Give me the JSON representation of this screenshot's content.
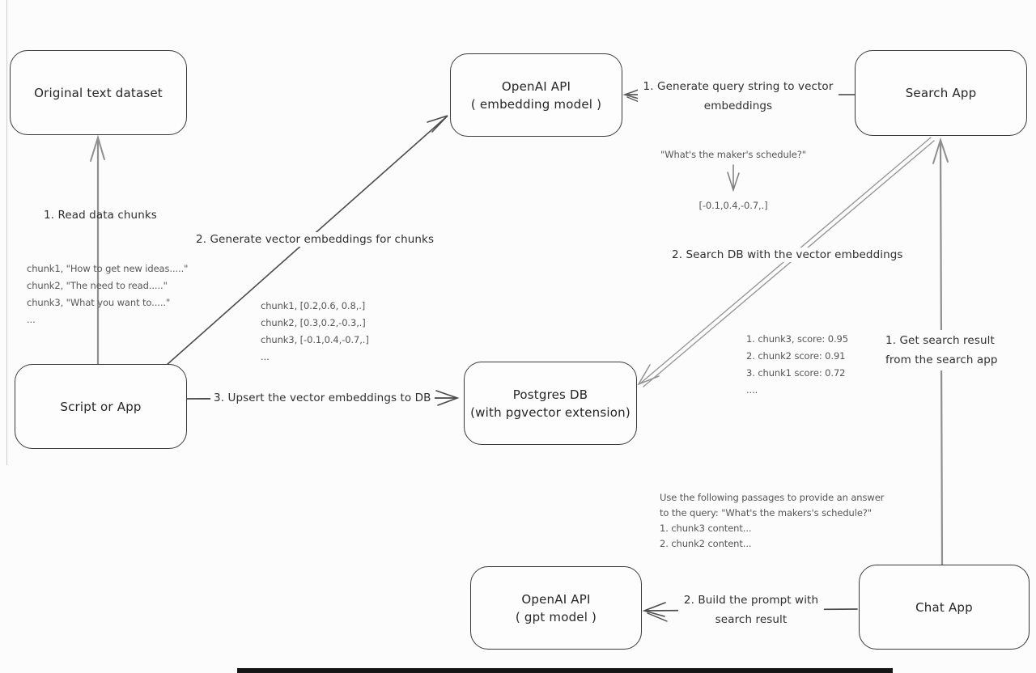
{
  "diagram": {
    "title": "RAG vector-embedding architecture diagram",
    "colors": {
      "background": "#fcfcfc",
      "ink": "#3a3a3a",
      "gray_arrow": "#8f8f8f",
      "note_text": "#565656"
    },
    "nodes": {
      "original_dataset": {
        "label": "Original text dataset"
      },
      "openai_embedding": {
        "line1": "OpenAI API",
        "line2": "( embedding model )"
      },
      "search_app": {
        "label": "Search App"
      },
      "script_or_app": {
        "label": "Script or App"
      },
      "postgres_db": {
        "line1": "Postgres DB",
        "line2": "(with pgvector extension)"
      },
      "openai_gpt": {
        "line1": "OpenAI API",
        "line2": "( gpt model )"
      },
      "chat_app": {
        "label": "Chat App"
      }
    },
    "edges": {
      "read_chunks": {
        "label": "1. Read data chunks"
      },
      "gen_embeddings": {
        "label": "2. Generate vector embeddings for chunks"
      },
      "upsert": {
        "label": "3. Upsert the vector embeddings  to DB"
      },
      "query_to_vec": {
        "line1": "1. Generate query string to vector",
        "line2": "embeddings"
      },
      "search_db": {
        "label": "2. Search DB with the vector embeddings"
      },
      "get_result": {
        "line1": "1. Get search result",
        "line2": "from the search app"
      },
      "build_prompt": {
        "line1": "2. Build the prompt with",
        "line2": "search result"
      }
    },
    "annotations": {
      "chunk_samples": [
        "chunk1, \"How to get new ideas.....\"",
        "chunk2, \"The need to read.....\"",
        "chunk3, \"What you want to.....\"",
        "..."
      ],
      "chunk_vectors": [
        "chunk1, [0.2,0.6, 0.8,.]",
        "chunk2, [0.3,0.2,-0.3,.]",
        "chunk3, [-0.1,0.4,-0.7,.]",
        "..."
      ],
      "query_string": "\"What's the maker's schedule?\"",
      "query_vector": "[-0.1,0.4,-0.7,.]",
      "search_scores": [
        "1. chunk3, score: 0.95",
        "2. chunk2 score: 0.91",
        "3. chunk1 score: 0.72",
        "...."
      ],
      "prompt_preview": [
        "Use the following passages to provide an answer",
        "to the query: \"What's the makers's schedule?\"",
        "1. chunk3 content...",
        "2. chunk2 content..."
      ]
    }
  }
}
